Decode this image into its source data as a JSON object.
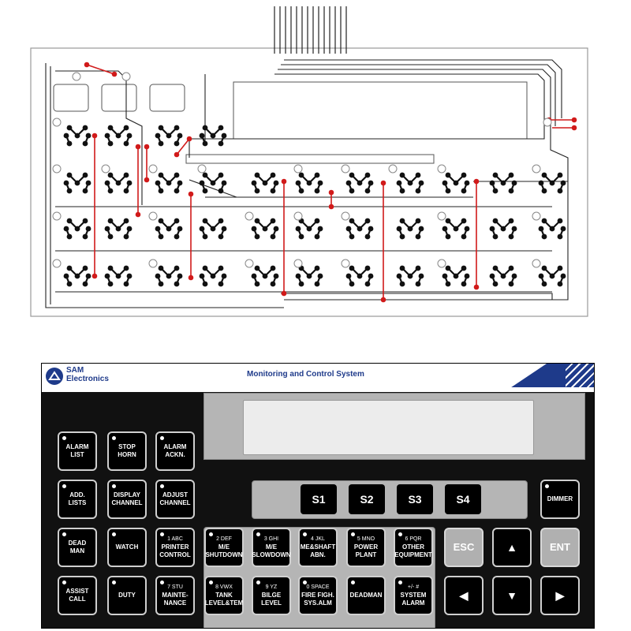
{
  "colors": {
    "trace": "#2a2a2a",
    "jumper": "#d11a1a",
    "brand_blue": "#1e3a8a",
    "panel": "#111111",
    "frame_grey": "#b5b5b5"
  },
  "panel": {
    "brand_line1": "SAM",
    "brand_line2": "Electronics",
    "brand_icon": "sam-logo-icon",
    "title": "Monitoring and Control System"
  },
  "keys": {
    "alarm_list": [
      "ALARM",
      "LIST"
    ],
    "stop_horn": [
      "STOP",
      "HORN"
    ],
    "alarm_ackn": [
      "ALARM",
      "ACKN."
    ],
    "add_lists": [
      "ADD.",
      "LISTS"
    ],
    "display_channel": [
      "DISPLAY",
      "CHANNEL"
    ],
    "adjust_channel": [
      "ADJUST",
      "CHANNEL"
    ],
    "dead_man": [
      "DEAD",
      "MAN"
    ],
    "watch": "WATCH",
    "printer_control": [
      "1 ABC",
      "PRINTER",
      "CONTROL"
    ],
    "assist_call": [
      "ASSIST",
      "CALL"
    ],
    "duty": "DUTY",
    "maintenance": [
      "7 STU",
      "MAINTE-",
      "NANCE"
    ],
    "s1": "S1",
    "s2": "S2",
    "s3": "S3",
    "s4": "S4",
    "dimmer": "DIMMER",
    "me_shutdown": [
      "2 DEF",
      "M/E",
      "SHUTDOWN"
    ],
    "me_slowdown": [
      "3 GHI",
      "M/E",
      "SLOWDOWN"
    ],
    "me_shaft": [
      "4 JKL",
      "ME&SHAFT",
      "ABN."
    ],
    "power_plant": [
      "5 MNO",
      "POWER",
      "PLANT"
    ],
    "other_equipment": [
      "6 PQR",
      "OTHER",
      "EQUIPMENT"
    ],
    "tank_level": [
      "8 VWX",
      "TANK",
      "LEVEL&TEM"
    ],
    "bilge_level": [
      "9 YZ",
      "BILGE",
      "LEVEL"
    ],
    "fire_fighting": [
      "0 SPACE",
      "FIRE FIGH.",
      "SYS.ALM"
    ],
    "deadman": "DEADMAN",
    "system_alarm": [
      "+/-  #",
      "SYSTEM",
      "ALARM"
    ],
    "esc": "ESC",
    "ent": "ENT",
    "up": "▲",
    "down": "▼",
    "left": "◀",
    "right": "▶"
  }
}
